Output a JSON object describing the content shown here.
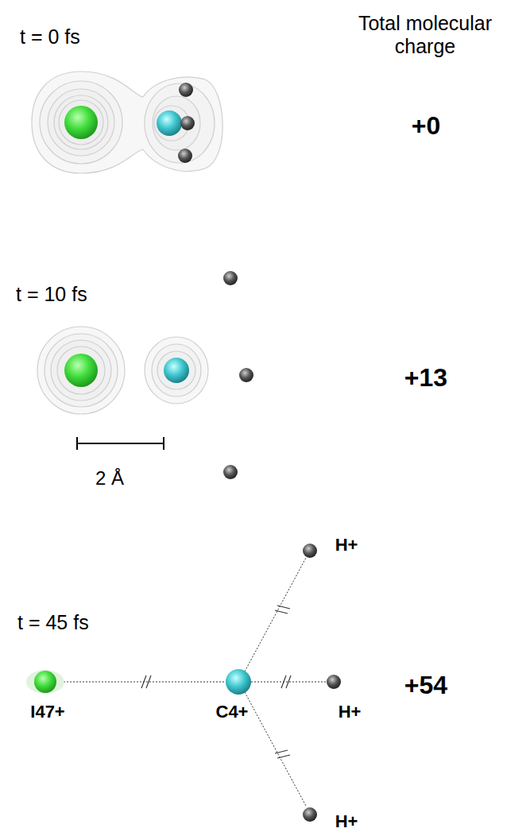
{
  "diagram": {
    "labels": [
      "t = 0 fs",
      "Total molecular charge",
      "+0",
      "t = 10 fs",
      "+13",
      "2 Å",
      "t = 45 fs",
      "H+",
      "I47+",
      "C4+",
      "H+",
      "+54",
      "H+"
    ]
  }
}
